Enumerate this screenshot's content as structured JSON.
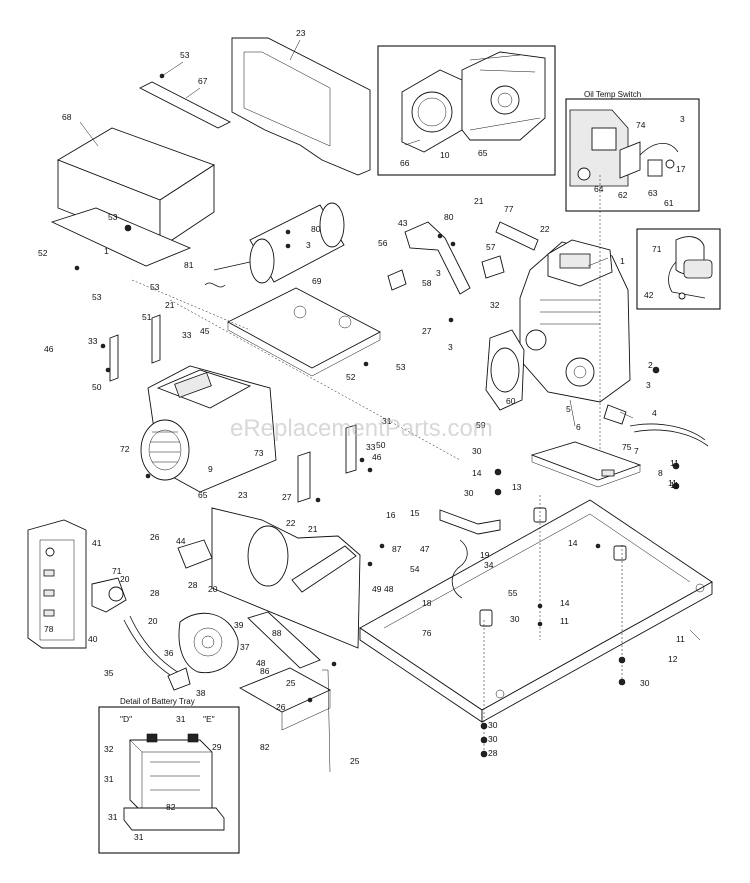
{
  "inset_titles": {
    "oil_temp_switch": "Oil Temp Switch",
    "battery_tray": "Detail of Battery Tray"
  },
  "battery_tray_callouts": {
    "d": "\"D\"",
    "e": "\"E\""
  },
  "watermark": "eReplacementParts.com",
  "part_labels": [
    "53",
    "67",
    "23",
    "68",
    "53",
    "52",
    "1",
    "53",
    "81",
    "53",
    "21",
    "45",
    "33",
    "80",
    "3",
    "69",
    "43",
    "80",
    "3",
    "56",
    "58",
    "57",
    "21",
    "77",
    "22",
    "1",
    "27",
    "3",
    "32",
    "53",
    "52",
    "51",
    "46",
    "33",
    "50",
    "72",
    "9",
    "73",
    "65",
    "31",
    "33",
    "50",
    "46",
    "27",
    "60",
    "59",
    "2",
    "3",
    "4",
    "7",
    "75",
    "8",
    "11",
    "11",
    "6",
    "5",
    "66",
    "10",
    "65",
    "74",
    "3",
    "17",
    "64",
    "62",
    "63",
    "61",
    "71",
    "42",
    "41",
    "78",
    "40",
    "35",
    "36",
    "38",
    "44",
    "26",
    "71",
    "20",
    "20",
    "28",
    "20",
    "28",
    "39",
    "37",
    "48",
    "86",
    "88",
    "25",
    "26",
    "82",
    "25",
    "23",
    "22",
    "21",
    "16",
    "87",
    "49",
    "48",
    "15",
    "19",
    "47",
    "54",
    "55",
    "34",
    "18",
    "76",
    "30",
    "30",
    "30",
    "14",
    "13",
    "14",
    "14",
    "11",
    "12",
    "11",
    "11",
    "30",
    "30",
    "30",
    "28",
    "32",
    "31",
    "29",
    "31",
    "82",
    "31",
    "31"
  ]
}
